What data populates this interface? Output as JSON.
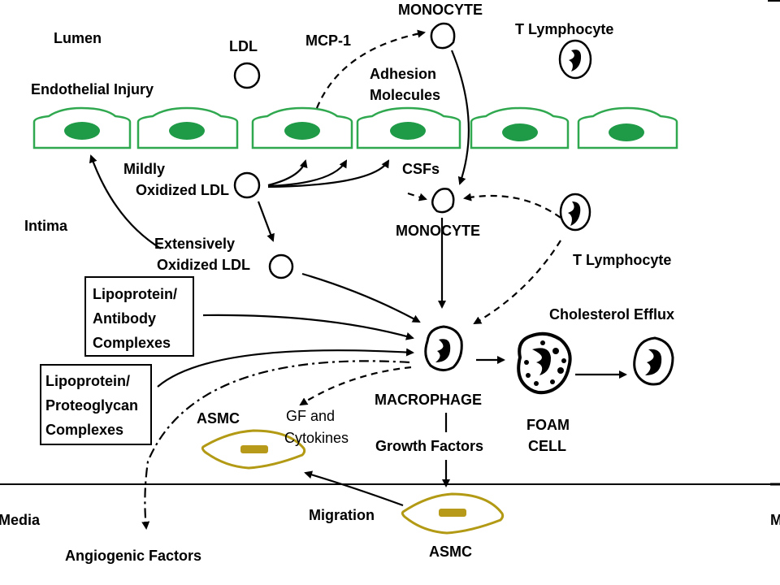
{
  "labels": {
    "lumen": "Lumen",
    "endothelial_injury": "Endothelial Injury",
    "ldl": "LDL",
    "mcp1": "MCP-1",
    "monocyte_top": "MONOCYTE",
    "t_lymphocyte_top": "T Lymphocyte",
    "adhesion_1": "Adhesion",
    "adhesion_2": "Molecules",
    "mildly_1": "Mildly",
    "mildly_2": "Oxidized LDL",
    "csfs": "CSFs",
    "intima": "Intima",
    "monocyte_mid": "MONOCYTE",
    "extensively_1": "Extensively",
    "extensively_2": "Oxidized LDL",
    "t_lymphocyte_mid": "T Lymphocyte",
    "lipo_antibody_1": "Lipoprotein/",
    "lipo_antibody_2": "Antibody",
    "lipo_antibody_3": "Complexes",
    "cholesterol_efflux": "Cholesterol Efflux",
    "lipo_proteo_1": "Lipoprotein/",
    "lipo_proteo_2": "Proteoglycan",
    "lipo_proteo_3": "Complexes",
    "macrophage": "MACROPHAGE",
    "asmc_left": "ASMC",
    "gf_1": "GF and",
    "gf_2": "Cytokines",
    "growth_factors": "Growth Factors",
    "foam_1": "FOAM",
    "foam_2": "CELL",
    "media": "Media",
    "migration": "Migration",
    "asmc_bottom": "ASMC",
    "angiogenic": "Angiogenic Factors"
  },
  "colors": {
    "endothelium": "#2fa84f",
    "nucleus": "#1f9a47",
    "smooth_muscle": "#b39a14"
  }
}
